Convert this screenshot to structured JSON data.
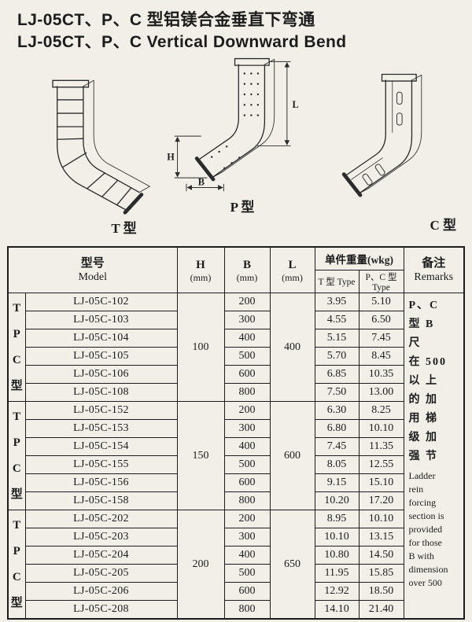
{
  "page": {
    "title_zh": "LJ-05CT、P、C 型铝镁合金垂直下弯通",
    "title_en": "LJ-05CT、P、C Vertical Downward Bend"
  },
  "colors": {
    "paper": "#f1efe8",
    "ink": "#1c1c1c"
  },
  "figures": {
    "t_label": "T 型",
    "p_label": "P 型",
    "c_label": "C 型",
    "dims": {
      "h": "H",
      "b": "B",
      "l": "L"
    }
  },
  "table": {
    "headers": {
      "model_zh": "型号",
      "model_en": "Model",
      "h": "H",
      "b": "B",
      "l": "L",
      "mm": "(mm)",
      "weight": "单件重量(wkg)",
      "t_type": "T 型 Type",
      "pc_type": "P、C 型 Type",
      "remarks_zh": "备注",
      "remarks_en": "Remarks"
    },
    "groups": [
      {
        "side_label": [
          "T",
          "P",
          "C",
          "型"
        ],
        "h": "100",
        "l": "400",
        "rows": [
          {
            "model": "LJ-05C-102",
            "b": "200",
            "t": "3.95",
            "pc": "5.10"
          },
          {
            "model": "LJ-05C-103",
            "b": "300",
            "t": "4.55",
            "pc": "6.50"
          },
          {
            "model": "LJ-05C-104",
            "b": "400",
            "t": "5.15",
            "pc": "7.45"
          },
          {
            "model": "LJ-05C-105",
            "b": "500",
            "t": "5.70",
            "pc": "8.45"
          },
          {
            "model": "LJ-05C-106",
            "b": "600",
            "t": "6.85",
            "pc": "10.35"
          },
          {
            "model": "LJ-05C-108",
            "b": "800",
            "t": "7.50",
            "pc": "13.00"
          }
        ]
      },
      {
        "side_label": [
          "T",
          "P",
          "C",
          "型"
        ],
        "h": "150",
        "l": "600",
        "rows": [
          {
            "model": "LJ-05C-152",
            "b": "200",
            "t": "6.30",
            "pc": "8.25"
          },
          {
            "model": "LJ-05C-153",
            "b": "300",
            "t": "6.80",
            "pc": "10.10"
          },
          {
            "model": "LJ-05C-154",
            "b": "400",
            "t": "7.45",
            "pc": "11.35"
          },
          {
            "model": "LJ-05C-155",
            "b": "500",
            "t": "8.05",
            "pc": "12.55"
          },
          {
            "model": "LJ-05C-156",
            "b": "600",
            "t": "9.15",
            "pc": "15.10"
          },
          {
            "model": "LJ-05C-158",
            "b": "800",
            "t": "10.20",
            "pc": "17.20"
          }
        ]
      },
      {
        "side_label": [
          "T",
          "P",
          "C",
          "型"
        ],
        "h": "200",
        "l": "650",
        "rows": [
          {
            "model": "LJ-05C-202",
            "b": "200",
            "t": "8.95",
            "pc": "10.10"
          },
          {
            "model": "LJ-05C-203",
            "b": "300",
            "t": "10.10",
            "pc": "13.15"
          },
          {
            "model": "LJ-05C-204",
            "b": "400",
            "t": "10.80",
            "pc": "14.50"
          },
          {
            "model": "LJ-05C-205",
            "b": "500",
            "t": "11.95",
            "pc": "15.85"
          },
          {
            "model": "LJ-05C-206",
            "b": "600",
            "t": "12.92",
            "pc": "18.50"
          },
          {
            "model": "LJ-05C-208",
            "b": "800",
            "t": "14.10",
            "pc": "21.40"
          }
        ]
      }
    ],
    "remarks": {
      "zh_lines": [
        "P、C",
        "型 B",
        "尺",
        "在 500",
        "以 上",
        "的 加",
        "用 梯",
        "级 加",
        "强 节"
      ],
      "en_lines": [
        "Ladder",
        "rein",
        "forcing",
        "section is",
        "provided",
        "for those",
        "B with",
        "dimension",
        "over 500"
      ]
    }
  }
}
